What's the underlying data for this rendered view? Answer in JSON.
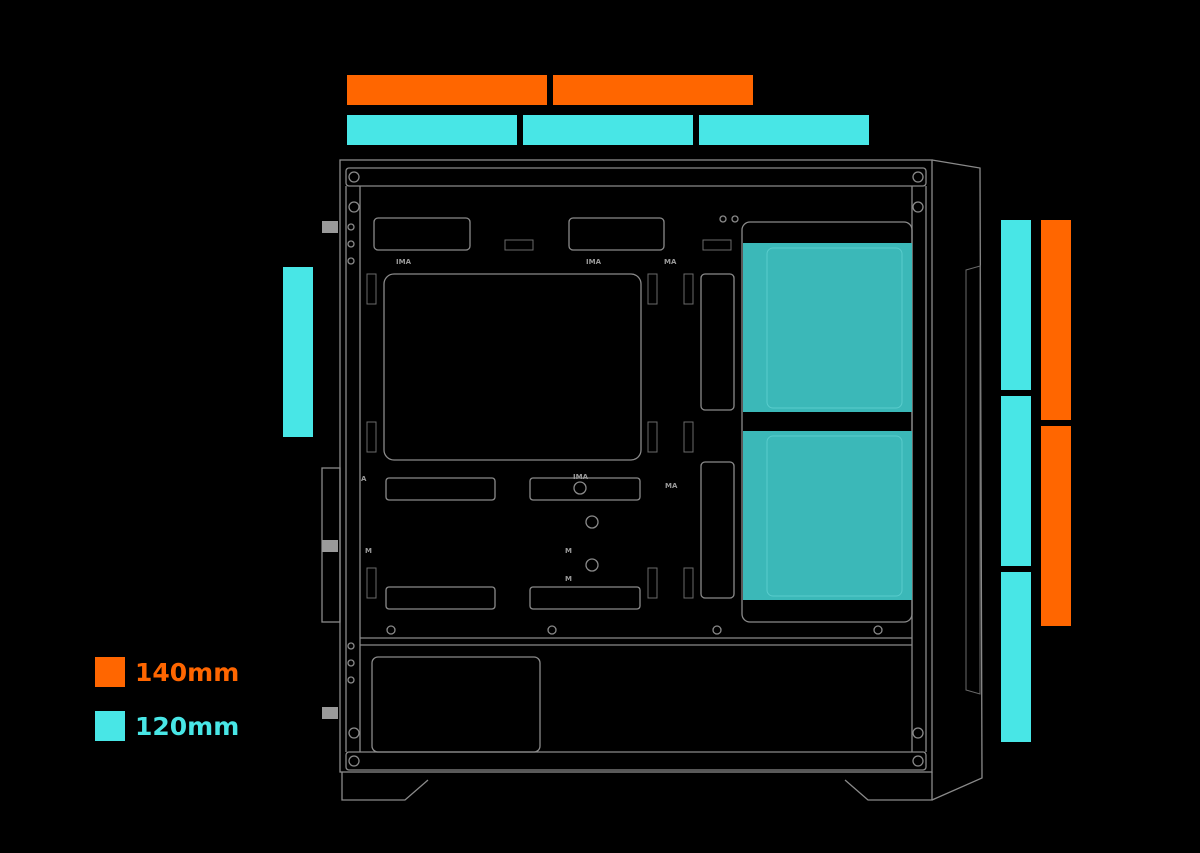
{
  "colors": {
    "fan_140": "#ff6600",
    "fan_120": "#48e6e6",
    "mounted_fan": "#3bb8b8",
    "outline": "#8a8a8a"
  },
  "legend": [
    {
      "label": "140mm",
      "color": "#ff6600"
    },
    {
      "label": "120mm",
      "color": "#48e6e6"
    }
  ],
  "fan_positions": {
    "top": {
      "fan_140_count": 2,
      "fan_120_count": 3
    },
    "rear": {
      "fan_120_count": 1
    },
    "front": {
      "fan_140_count": 2,
      "fan_120_count": 3
    },
    "front_installed": {
      "fan_120_count": 2
    }
  },
  "board_marks": {
    "ima": "IMA",
    "ma": "MA",
    "m": "M",
    "a": "A"
  }
}
